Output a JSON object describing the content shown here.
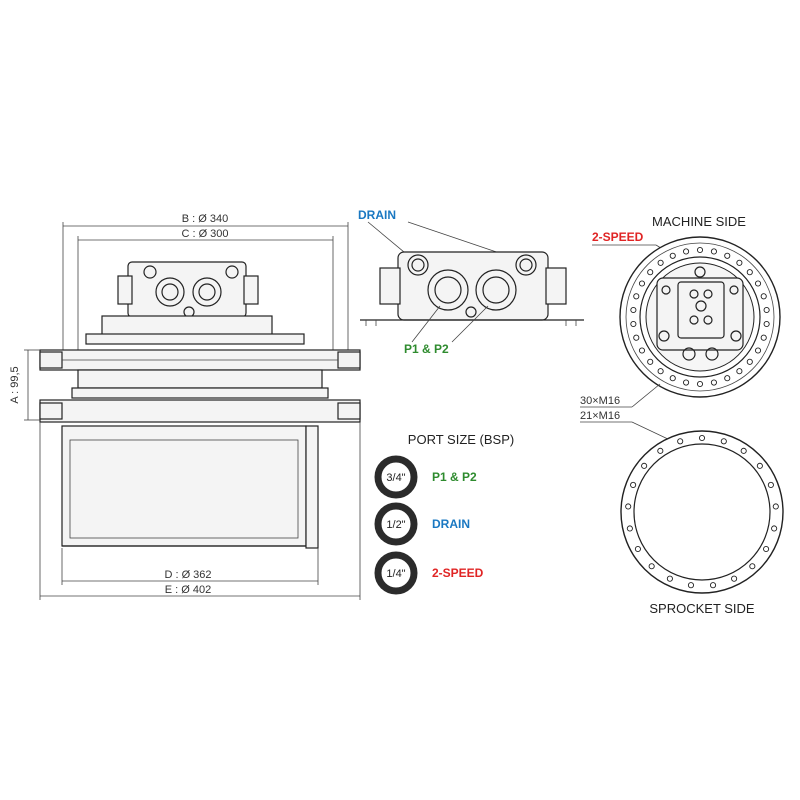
{
  "dimensions": {
    "b": "B : Ø 340",
    "c": "C : Ø 300",
    "a": "A : 99,5",
    "d": "D : Ø 362",
    "e": "E : Ø 402"
  },
  "port_callouts": {
    "drain": "DRAIN",
    "p1p2": "P1 & P2"
  },
  "port_size": {
    "title": "PORT SIZE (BSP)",
    "items": [
      {
        "size": "3/4\"",
        "label": "P1 & P2",
        "color": "#2e8b2e"
      },
      {
        "size": "1/2\"",
        "label": "DRAIN",
        "color": "#1a78c2"
      },
      {
        "size": "1/4\"",
        "label": "2-SPEED",
        "color": "#e02424"
      }
    ]
  },
  "machine_side": {
    "title": "MACHINE SIDE",
    "callout": "2-SPEED",
    "bolts": "30×M16"
  },
  "sprocket_side": {
    "title": "SPROCKET SIDE",
    "bolts": "21×M16"
  },
  "colors": {
    "drain": "#1a78c2",
    "p1p2": "#2e8b2e",
    "two_speed": "#e02424"
  }
}
